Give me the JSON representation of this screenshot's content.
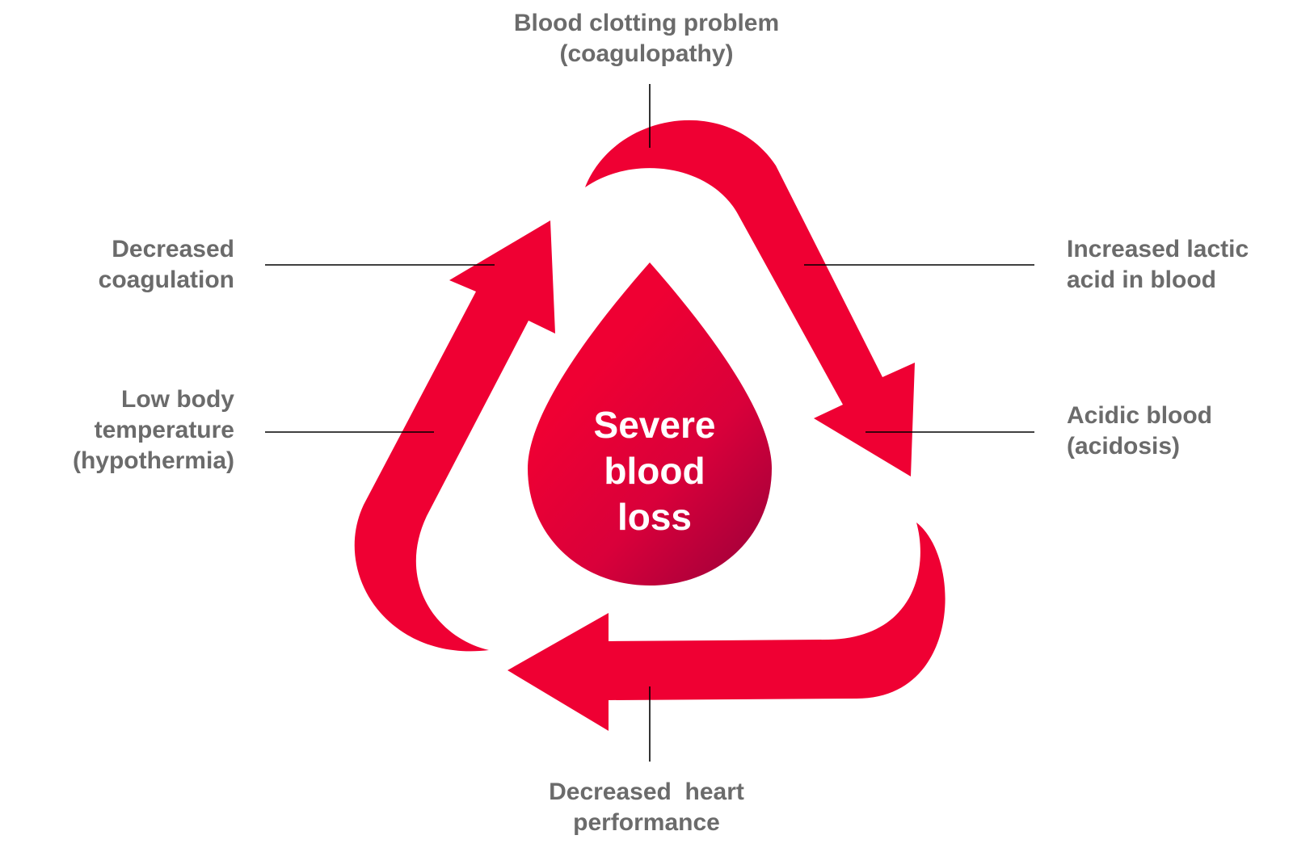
{
  "center": {
    "line1": "Severe",
    "line2": "blood",
    "line3": "loss"
  },
  "labels": {
    "top": {
      "line1": "Blood clotting problem",
      "line2": "(coagulopathy)"
    },
    "right_upper": {
      "line1": "Increased lactic",
      "line2": "acid in blood"
    },
    "right_lower": {
      "line1": "Acidic blood",
      "line2": "(acidosis)"
    },
    "bottom": {
      "line1": "Decreased  heart",
      "line2": "performance"
    },
    "left_lower": {
      "line1": "Low body",
      "line2": "temperature",
      "line3": "(hypothermia)"
    },
    "left_upper": {
      "line1": "Decreased",
      "line2": "coagulation"
    }
  },
  "colors": {
    "arrow": "#ef0033",
    "drop_light": "#ef0033",
    "drop_dark": "#a8003a",
    "label_text": "#6b6b6b",
    "leader_line": "#000000",
    "center_text": "#ffffff"
  },
  "icons": {
    "center": "blood-drop-icon",
    "cycle": "three-arrow-cycle-icon"
  }
}
